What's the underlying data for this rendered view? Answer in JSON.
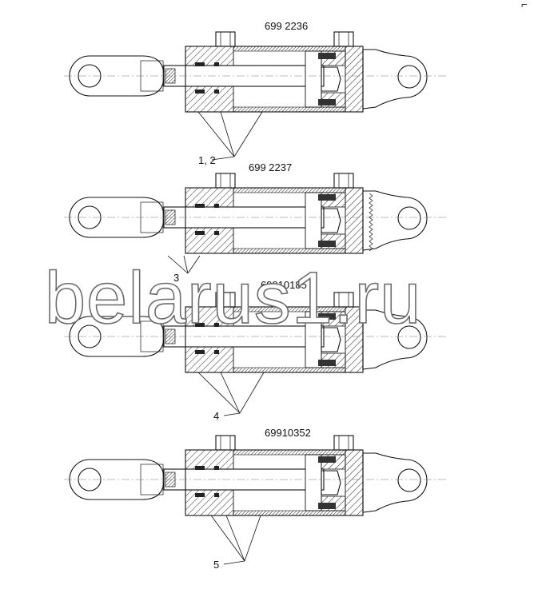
{
  "diagrams": [
    {
      "part_number": "699 2236",
      "callout": "1, 2"
    },
    {
      "part_number": "699 2237",
      "callout": "3"
    },
    {
      "part_number": "69910185",
      "callout": "4"
    },
    {
      "part_number": "69910352",
      "callout": "5"
    }
  ],
  "watermark": "belarus1.ru",
  "corner_mark": "⌐"
}
